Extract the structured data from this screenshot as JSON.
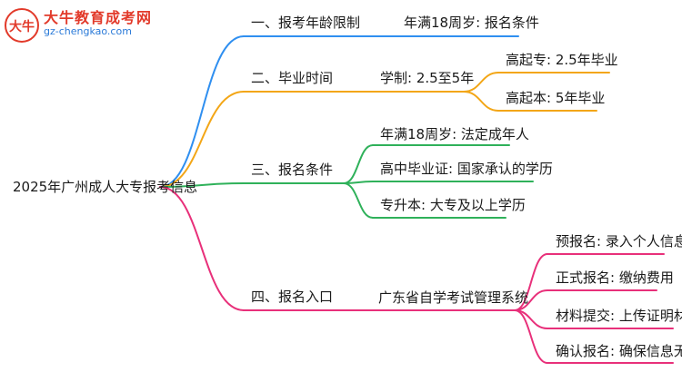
{
  "logo": {
    "title": "大牛教育成考网",
    "url": "gz-chengkao.com",
    "mark_text": "大牛"
  },
  "colors": {
    "blue": "#2f8ff0",
    "orange": "#f3a616",
    "green": "#2fb15a",
    "pink": "#e8307a"
  },
  "root": "2025年广州成人大专报考信息",
  "branches": [
    {
      "label": "一、报考年龄限制",
      "children": [
        {
          "label": "年满18周岁: 报名条件",
          "children": []
        }
      ]
    },
    {
      "label": "二、毕业时间",
      "children": [
        {
          "label": "学制: 2.5至5年",
          "children": [
            "高起专: 2.5年毕业",
            "高起本: 5年毕业"
          ]
        }
      ]
    },
    {
      "label": "三、报名条件",
      "children": [
        {
          "label": "年满18周岁: 法定成年人",
          "children": []
        },
        {
          "label": "高中毕业证: 国家承认的学历",
          "children": []
        },
        {
          "label": "专升本: 大专及以上学历",
          "children": []
        }
      ]
    },
    {
      "label": "四、报名入口",
      "children": [
        {
          "label": "广东省自学考试管理系统",
          "children": [
            "预报名: 录入个人信息",
            "正式报名: 缴纳费用",
            "材料提交: 上传证明材料",
            "确认报名: 确保信息无误"
          ]
        }
      ]
    }
  ]
}
